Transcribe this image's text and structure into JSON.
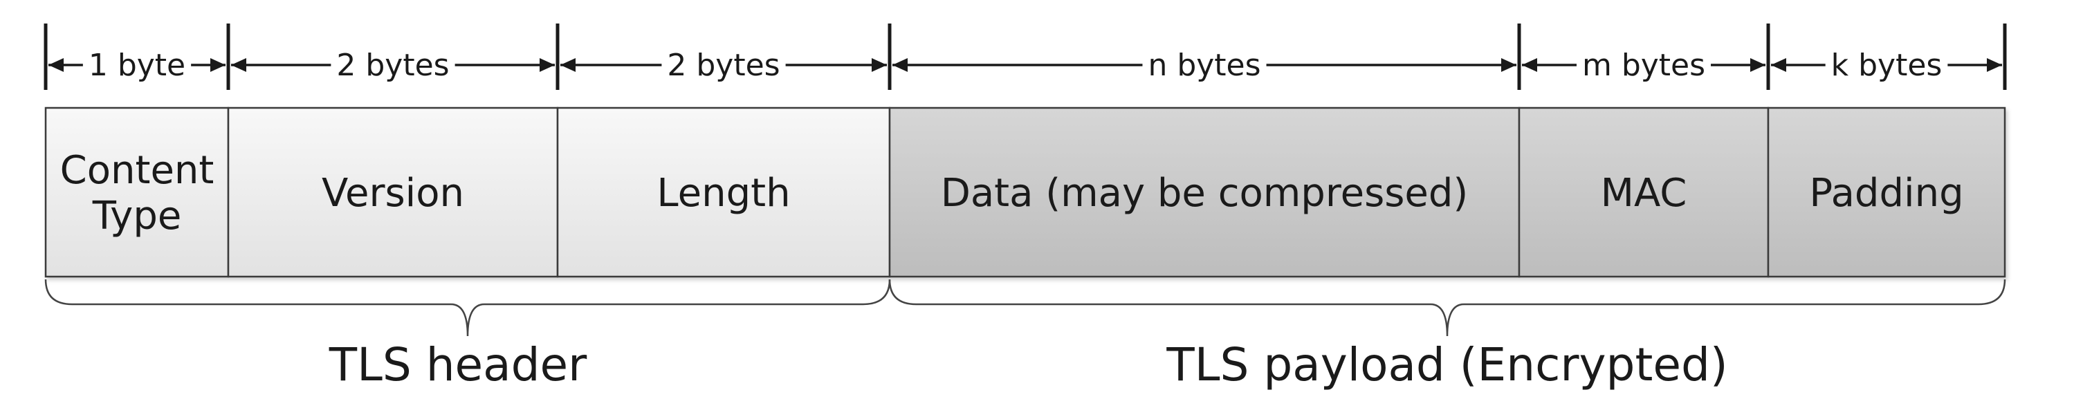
{
  "record": {
    "fields": [
      {
        "key": "content-type",
        "label": [
          "Content",
          "Type"
        ],
        "size": "1 byte",
        "part": "header"
      },
      {
        "key": "version",
        "label": [
          "Version"
        ],
        "size": "2 bytes",
        "part": "header"
      },
      {
        "key": "length",
        "label": [
          "Length"
        ],
        "size": "2 bytes",
        "part": "header"
      },
      {
        "key": "data",
        "label": [
          "Data (may be compressed)"
        ],
        "size": "n bytes",
        "part": "payload"
      },
      {
        "key": "mac",
        "label": [
          "MAC"
        ],
        "size": "m bytes",
        "part": "payload"
      },
      {
        "key": "padding",
        "label": [
          "Padding"
        ],
        "size": "k bytes",
        "part": "payload"
      }
    ],
    "groups": {
      "header": "TLS header",
      "payload": "TLS payload (Encrypted)"
    }
  },
  "colors": {
    "header_fill_top": "#f8f8f8",
    "header_fill_bottom": "#e2e2e2",
    "payload_fill_top": "#d6d6d6",
    "payload_fill_bottom": "#bdbdbd",
    "line": "#1a1a1a"
  }
}
